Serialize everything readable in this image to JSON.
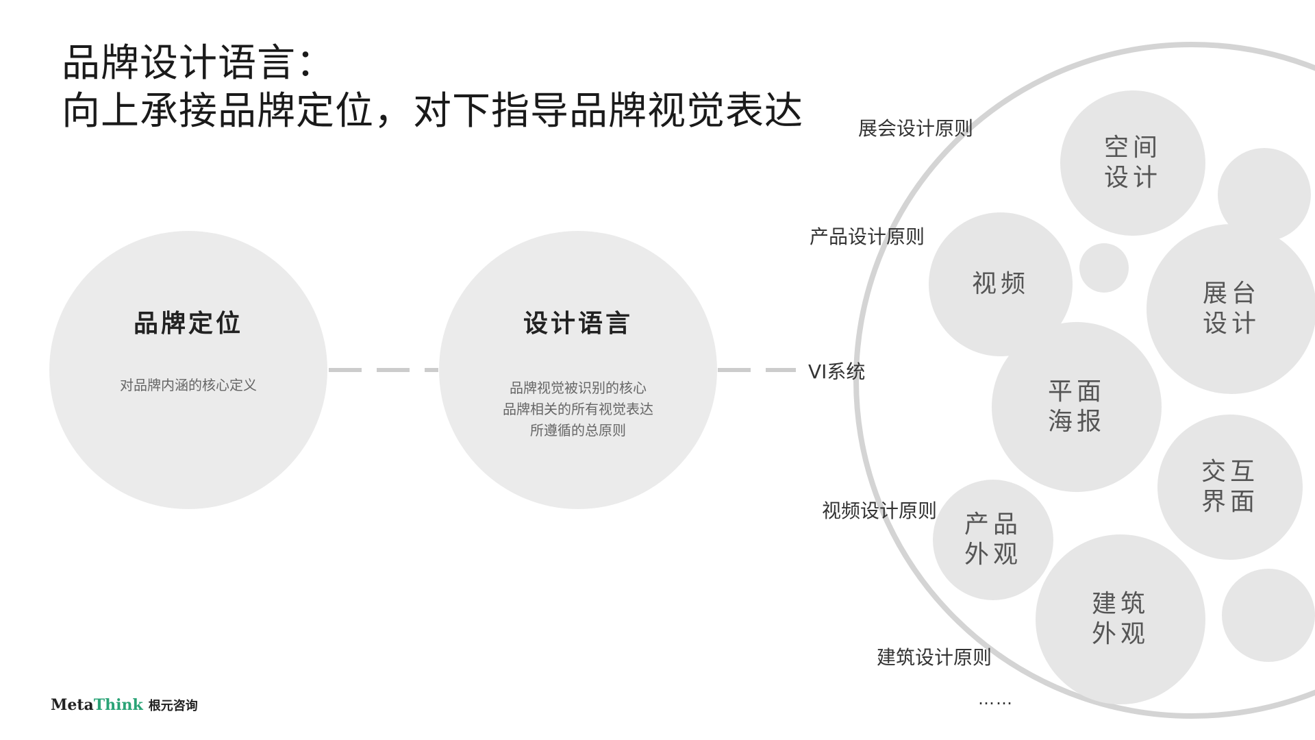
{
  "title": {
    "line1": "品牌设计语言：",
    "line2": "向上承接品牌定位，对下指导品牌视觉表达"
  },
  "nodes": [
    {
      "id": "brand-positioning",
      "heading": "品牌定位",
      "desc": [
        "对品牌内涵的核心定义"
      ]
    },
    {
      "id": "design-language",
      "heading": "设计语言",
      "desc": [
        "品牌视觉被识别的核心",
        "品牌相关的所有视觉表达",
        "所遵循的总原则"
      ]
    }
  ],
  "principles": [
    "展会设计原则",
    "产品设计原则",
    "VI系统",
    "视频设计原则",
    "建筑设计原则"
  ],
  "ellipsis": "……",
  "bubbles": [
    {
      "label": [
        "空间",
        "设计"
      ]
    },
    {
      "label": [
        "视频"
      ]
    },
    {
      "label": [
        "展台",
        "设计"
      ]
    },
    {
      "label": [
        "平面",
        "海报"
      ]
    },
    {
      "label": [
        "交互",
        "界面"
      ]
    },
    {
      "label": [
        "产品",
        "外观"
      ]
    },
    {
      "label": [
        "建筑",
        "外观"
      ]
    }
  ],
  "logo": {
    "meta": "Meta",
    "think": "Think",
    "cn": "根元咨询"
  },
  "colors": {
    "circle_fill": "#ebebeb",
    "bubble_fill": "#e6e6e6",
    "arc_stroke": "#d4d4d4",
    "connector": "#cccccc",
    "logo_accent": "#2aa376"
  }
}
